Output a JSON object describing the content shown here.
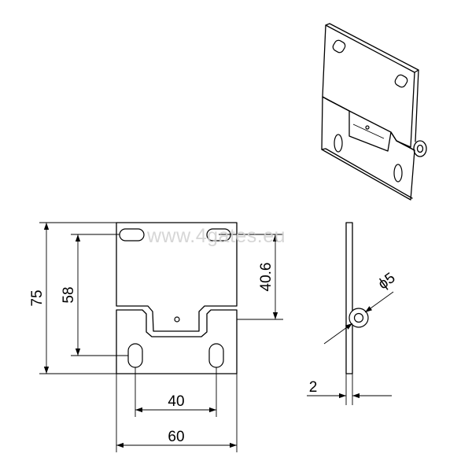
{
  "watermark": "www.4gates.eu",
  "dimensions": {
    "height_total": "75",
    "height_holes": "58",
    "height_upper": "40.6",
    "width_holes": "40",
    "width_total": "60",
    "thickness": "2",
    "pin_diameter": "ϕ5"
  },
  "colors": {
    "line": "#000000",
    "watermark": "#cfcfcf",
    "background": "#ffffff"
  }
}
